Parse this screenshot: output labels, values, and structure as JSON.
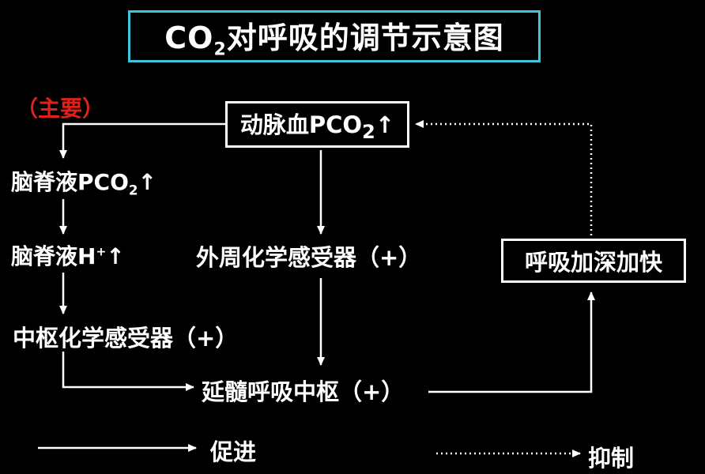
{
  "title": {
    "prefix": "CO",
    "sub": "2",
    "suffix": "对呼吸的调节示意图"
  },
  "main_note": "（主要）",
  "nodes": {
    "arterial_pco2": {
      "prefix": "动脉血PCO",
      "sub": "2",
      "arrow": "↑"
    },
    "csf_pco2": {
      "prefix": "脑脊液PCO",
      "sub": "2",
      "arrow": "↑"
    },
    "csf_h": {
      "prefix": "脑脊液H",
      "sup": "+",
      "arrow": "↑"
    },
    "peripheral_chemo": "外周化学感受器（+）",
    "central_chemo": "中枢化学感受器（+）",
    "medulla_center": "延髓呼吸中枢（+）",
    "breathing": "呼吸加深加快"
  },
  "legend": {
    "promote": "促进",
    "inhibit": "抑制"
  },
  "colors": {
    "accent_border": "#3ec6d8",
    "note": "#e0201a",
    "line": "#ffffff"
  }
}
